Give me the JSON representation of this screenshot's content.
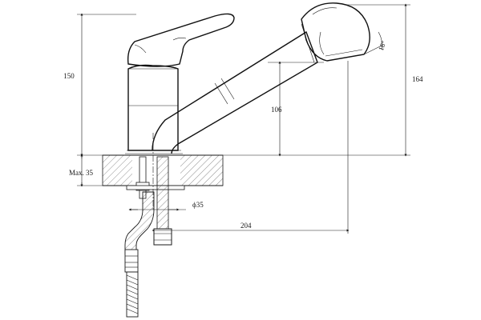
{
  "dimensions": {
    "height_total": "150",
    "height_spout": "164",
    "spout_clearance": "106",
    "max_deck": "Max. 35",
    "hole_diameter": "ϕ35",
    "reach": "204",
    "angle": "18°"
  }
}
